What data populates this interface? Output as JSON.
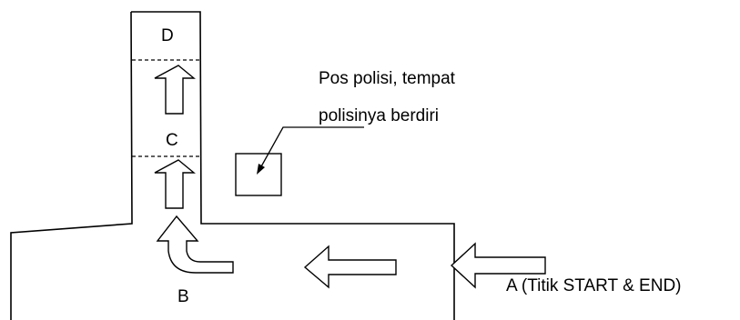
{
  "labels": {
    "d": "D",
    "c": "C",
    "b": "B",
    "a": "A (Titik START & END)"
  },
  "callout": {
    "line1": "Pos polisi, tempat",
    "line2": "polisinya berdiri"
  }
}
